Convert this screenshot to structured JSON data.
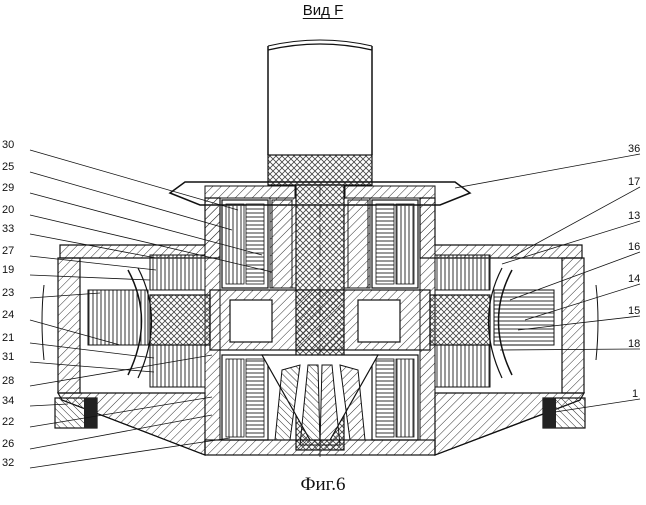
{
  "view_title": "Вид F",
  "figure_caption": "Фиг.6",
  "labels_left": [
    "30",
    "25",
    "29",
    "20",
    "33",
    "27",
    "19",
    "23",
    "24",
    "21",
    "31",
    "28",
    "34",
    "22",
    "26",
    "32"
  ],
  "labels_right": [
    "36",
    "17",
    "13",
    "16",
    "14",
    "15",
    "18",
    "1"
  ]
}
